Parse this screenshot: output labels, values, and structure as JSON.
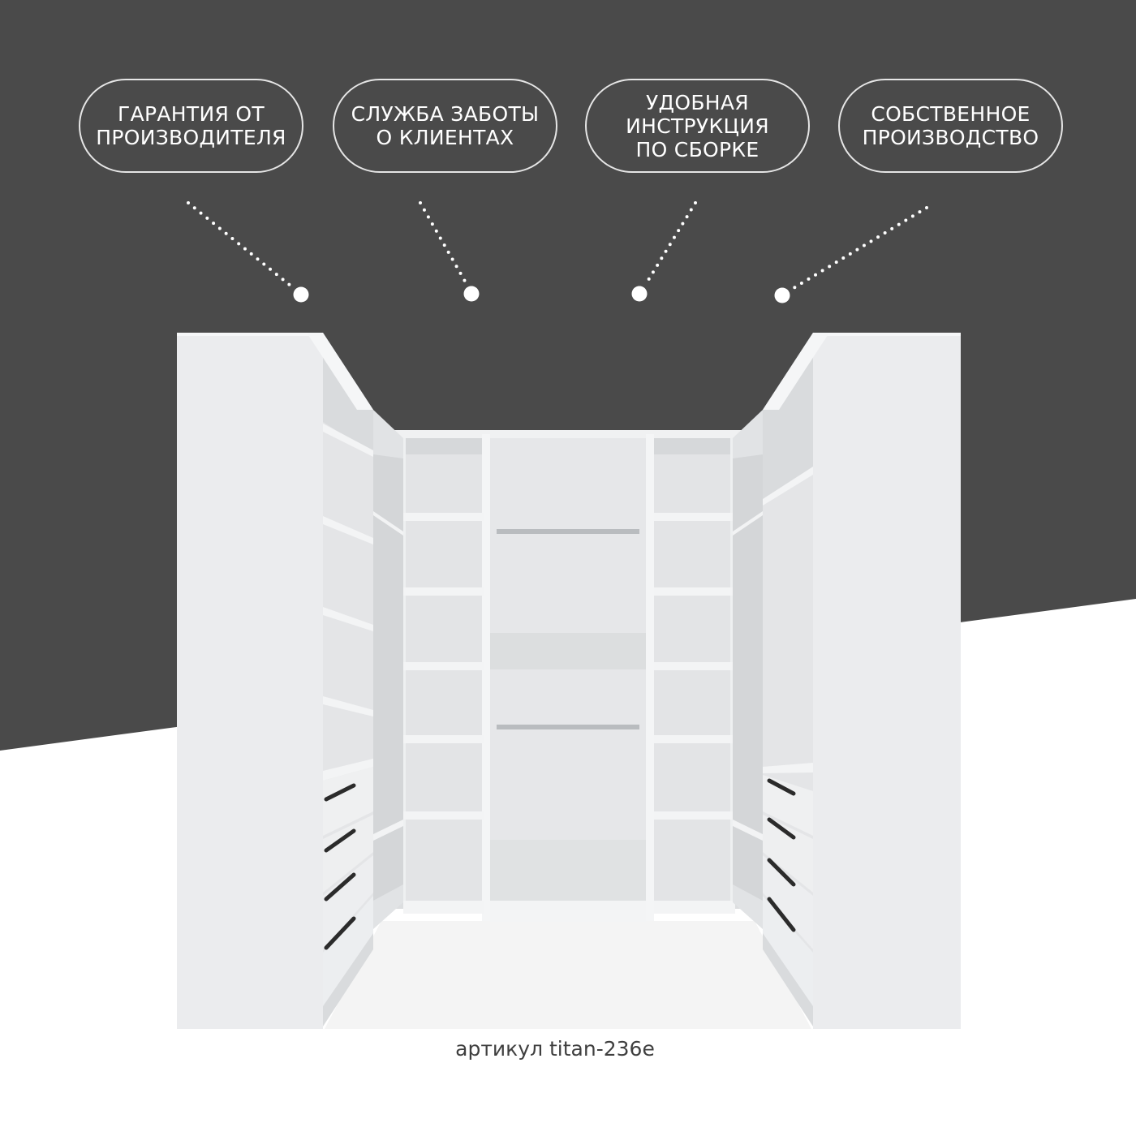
{
  "colors": {
    "dark_background": "#4a4a4a",
    "light_background": "#ffffff",
    "pill_border": "#e6e6e6",
    "pill_text": "#ffffff",
    "article_text": "#3f3f3f",
    "wardrobe_main": "#eaebec",
    "wardrobe_shadow": "#cfd1d3"
  },
  "features": [
    {
      "text": "ГАРАНТИЯ ОТ\nПРОИЗВОДИТЕЛЯ"
    },
    {
      "text": "СЛУЖБА ЗАБОТЫ\nО КЛИЕНТАХ"
    },
    {
      "text": "УДОБНАЯ\nИНСТРУКЦИЯ\nПО СБОРКЕ"
    },
    {
      "text": "СОБСТВЕННОЕ\nПРОИЗВОДСТВО"
    }
  ],
  "product": {
    "article_label": "артикул titan-236e",
    "image_subject": "wardrobe-icon"
  }
}
